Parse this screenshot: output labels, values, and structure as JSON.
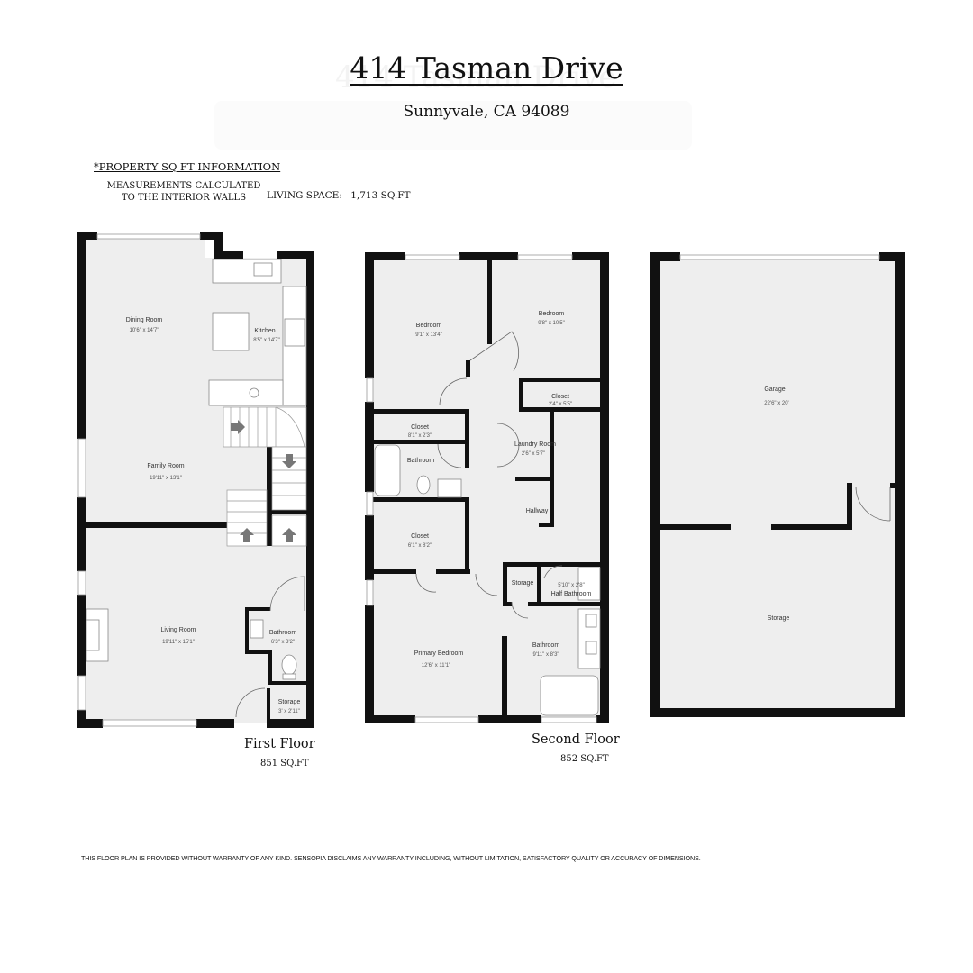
{
  "header": {
    "address": "414 Tasman Drive",
    "city_line": "Sunnyvale, CA 94089"
  },
  "info": {
    "title": "*PROPERTY SQ FT INFORMATION",
    "measurement_line1": "MEASUREMENTS CALCULATED",
    "measurement_line2": "TO THE INTERIOR WALLS",
    "living_label": "LIVING SPACE:",
    "living_value": "1,713 SQ.FT"
  },
  "first_floor": {
    "name": "First Floor",
    "sqft": "851 SQ.FT",
    "rooms": {
      "dining": {
        "name": "Dining Room",
        "dims": "10'6\" x 14'7\""
      },
      "kitchen": {
        "name": "Kitchen",
        "dims": "8'5\" x 14'7\""
      },
      "family": {
        "name": "Family Room",
        "dims": "19'11\" x 13'1\""
      },
      "living": {
        "name": "Living Room",
        "dims": "19'11\" x 15'1\""
      },
      "bathroom": {
        "name": "Bathroom",
        "dims": "6'3\" x 3'2\""
      },
      "storage": {
        "name": "Storage",
        "dims": "3' x 2'11\""
      }
    }
  },
  "second_floor": {
    "name": "Second Floor",
    "sqft": "852 SQ.FT",
    "rooms": {
      "bedroom1": {
        "name": "Bedroom",
        "dims": "9'1\" x 13'4\""
      },
      "bedroom2": {
        "name": "Bedroom",
        "dims": "9'8\" x 10'5\""
      },
      "closet_a": {
        "name": "Closet",
        "dims": "2'4\" x 5'5\""
      },
      "closet_b": {
        "name": "Closet",
        "dims": "8'1\" x 2'3\""
      },
      "laundry": {
        "name": "Laundry Room",
        "dims": "2'6\" x 5'7\""
      },
      "bathroom": {
        "name": "Bathroom",
        "dims": ""
      },
      "hallway": {
        "name": "Hallway",
        "dims": ""
      },
      "closet_c": {
        "name": "Closet",
        "dims": "6'1\" x 8'2\""
      },
      "storage": {
        "name": "Storage",
        "dims": ""
      },
      "half_bath": {
        "name": "Half Bathroom",
        "dims": "5'10\" x 2'8\""
      },
      "primary": {
        "name": "Primary Bedroom",
        "dims": "12'6\" x 11'1\""
      },
      "bathroom2": {
        "name": "Bathroom",
        "dims": "9'11\" x 8'3\""
      }
    }
  },
  "garage": {
    "rooms": {
      "garage": {
        "name": "Garage",
        "dims": "22'6\" x 20'"
      },
      "storage": {
        "name": "Storage",
        "dims": ""
      }
    }
  },
  "disclaimer": "THIS FLOOR PLAN IS PROVIDED WITHOUT WARRANTY OF ANY KIND. SENSOPIA DISCLAIMS ANY WARRANTY INCLUDING, WITHOUT LIMITATION, SATISFACTORY QUALITY OR ACCURACY OF DIMENSIONS.",
  "colors": {
    "wall": "#111111",
    "floor": "#eeeeee",
    "fixture": "#ffffff"
  }
}
